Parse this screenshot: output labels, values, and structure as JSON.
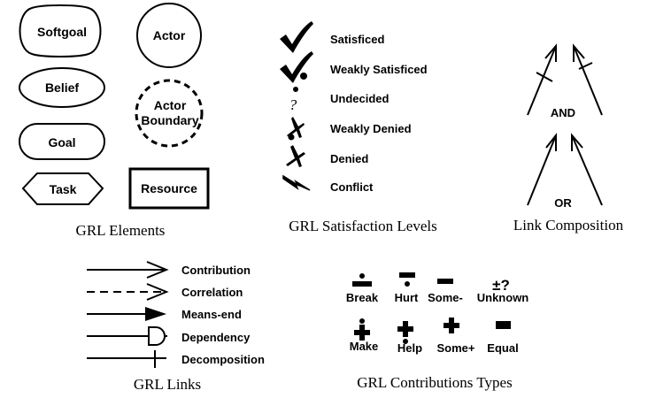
{
  "elements": {
    "caption": "GRL Elements",
    "softgoal": "Softgoal",
    "actor": "Actor",
    "belief": "Belief",
    "actor_boundary_line1": "Actor",
    "actor_boundary_line2": "Boundary",
    "goal": "Goal",
    "task": "Task",
    "resource": "Resource"
  },
  "satisfaction": {
    "caption": "GRL Satisfaction Levels",
    "levels": [
      "Satisficed",
      "Weakly Satisficed",
      "Undecided",
      "Weakly Denied",
      "Denied",
      "Conflict"
    ],
    "undecided_glyph": "?"
  },
  "composition": {
    "caption": "Link Composition",
    "and_label": "AND",
    "or_label": "OR"
  },
  "links": {
    "caption": "GRL Links",
    "items": [
      "Contribution",
      "Correlation",
      "Means-end",
      "Dependency",
      "Decomposition"
    ]
  },
  "contributions": {
    "caption": "GRL Contributions Types",
    "types": [
      "Break",
      "Hurt",
      "Some-",
      "Unknown",
      "Make",
      "Help",
      "Some+",
      "Equal"
    ],
    "unknown_glyph": "±?"
  },
  "colors": {
    "ink": "#000000",
    "background": "#ffffff"
  }
}
